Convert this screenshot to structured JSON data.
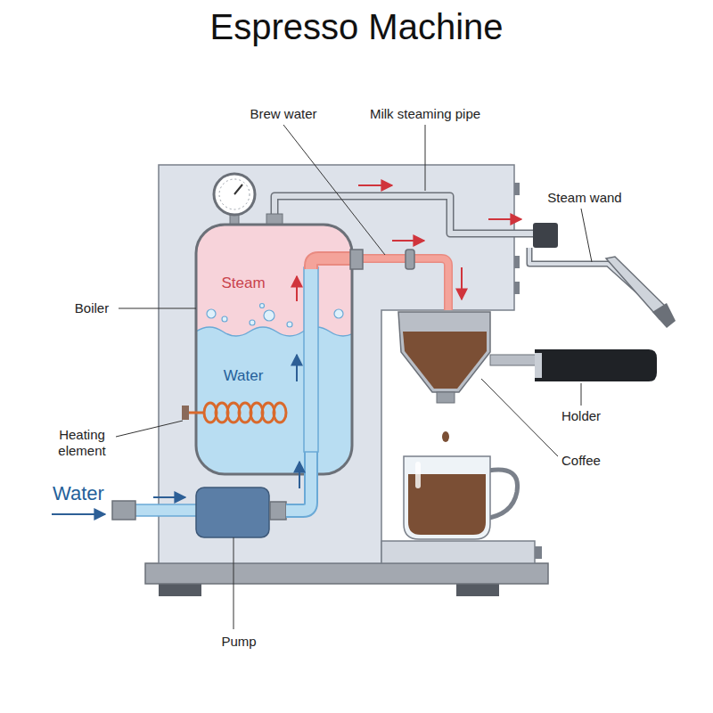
{
  "diagram": {
    "title": "Espresso Machine",
    "labels": [
      "Brew water",
      "Milk steaming pipe",
      "Steam wand",
      "Boiler",
      "Steam",
      "Water",
      "Heating element",
      "Water",
      "Holder",
      "Coffee",
      "Pump"
    ]
  }
}
